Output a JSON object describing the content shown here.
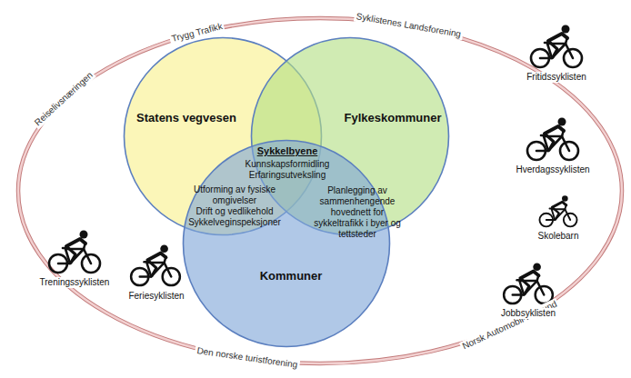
{
  "diagram": {
    "nodes": [
      {
        "text": [
          "Statens vegvesen"
        ]
      },
      {
        "text": [
          "Fylkeskommuner"
        ]
      },
      {
        "text": [
          "Kommuner"
        ]
      }
    ],
    "labels": [
      "Sykkelbyene",
      "Kunnskapsformidling",
      "Erfaringsutveksling",
      "Utforming av fysiske omgivelser",
      "Drift og vedlikehold",
      "Sykkelveginspeksjoner",
      "Planlegging av sammenhengende hovednett for sykkeltrafikk i byer og tettsteder",
      "Trygg Trafikk",
      "Syklistenes Landsforening",
      "Reiselivsnæringen",
      "Den norske turistforening",
      "Norsk Automobil-Forbund",
      "Fritidssyklisten",
      "Hverdagssyklisten",
      "Skolebarn",
      "Jobbsyklisten",
      "Treningssyklisten",
      "Feriesyklisten"
    ]
  }
}
